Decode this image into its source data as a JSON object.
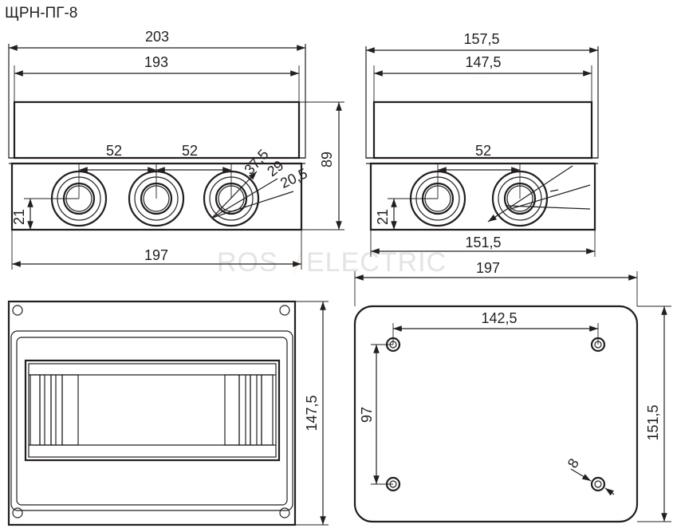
{
  "title": "ЩРН-ПГ-8",
  "watermark": {
    "left": "ROS",
    "right": "ELECTRIC",
    "accent_color": "#f39200"
  },
  "front_view": {
    "dim_overall_width": "203",
    "dim_inner_width": "193",
    "dim_body_width": "197",
    "dim_height": "89",
    "dim_hole_offset": "21",
    "dim_pitch_1": "52",
    "dim_pitch_2": "52",
    "dim_diameters": [
      "37,5",
      "29",
      "20,5"
    ]
  },
  "side_view": {
    "dim_overall_width": "157,5",
    "dim_inner_width": "147,5",
    "dim_body_width": "151,5",
    "dim_pitch": "52",
    "dim_hole_offset": "21"
  },
  "top_view": {
    "dim_height": "147,5"
  },
  "back_view": {
    "dim_width": "197",
    "dim_height": "151,5",
    "dim_hole_spacing_x": "142,5",
    "dim_hole_spacing_y": "97",
    "dim_mount_hole": "8"
  },
  "colors": {
    "line": "#231f20",
    "background": "#ffffff"
  }
}
